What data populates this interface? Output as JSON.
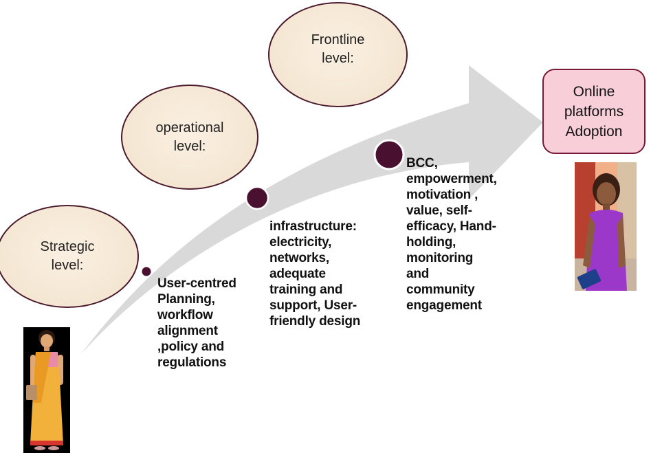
{
  "levels": [
    {
      "title": "Strategic\nlevel:",
      "description": "User-centred\nPlanning,\nworkflow\nalignment\n,policy and\nregulations"
    },
    {
      "title": "operational\nlevel:",
      "description": "infrastructure:\nelectricity,\nnetworks,\nadequate\ntraining and\nsupport, User-\nfriendly design"
    },
    {
      "title": "Frontline\nlevel:",
      "description": "BCC,\nempowerment,\nmotivation ,\nvalue, self-\nefficacy, Hand-\nholding,\nmonitoring\nand\ncommunity\nengagement"
    }
  ],
  "goal": "Online\nplatforms\nAdoption",
  "colors": {
    "arrow": "#d9d9d9",
    "ellipse_fill": "#f4e6d2",
    "ellipse_border": "#4a1a2c",
    "dot": "#4a1030",
    "goal_fill": "#f8cfd8",
    "goal_border": "#7a1838"
  },
  "icons": [
    "woman-in-saree-illustration",
    "woman-with-tablet-illustration"
  ]
}
